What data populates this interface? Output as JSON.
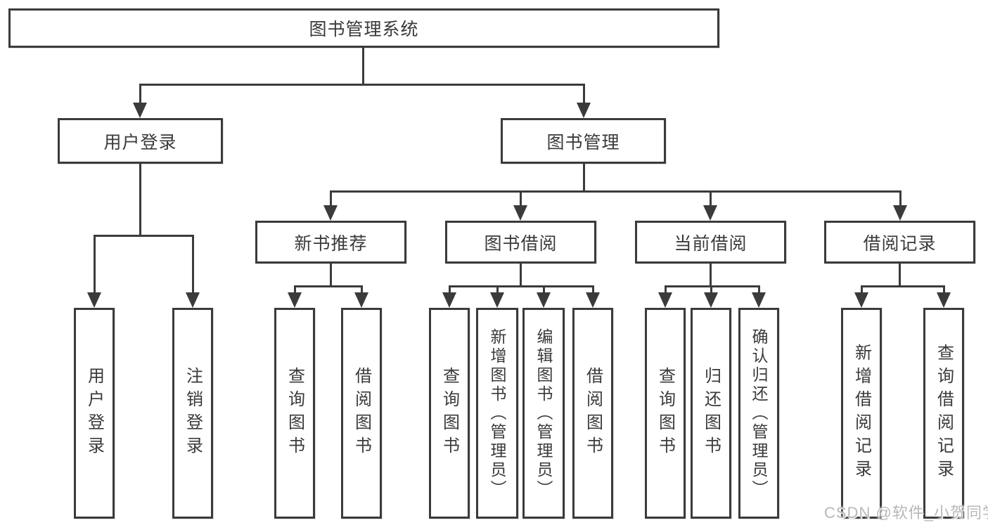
{
  "diagram": {
    "root": {
      "label": "图书管理系统"
    },
    "level2": [
      {
        "label": "用户登录"
      },
      {
        "label": "图书管理"
      }
    ],
    "level3": [
      {
        "label": "新书推荐",
        "parent": "图书管理"
      },
      {
        "label": "图书借阅",
        "parent": "图书管理"
      },
      {
        "label": "当前借阅",
        "parent": "图书管理"
      },
      {
        "label": "借阅记录",
        "parent": "图书管理"
      }
    ],
    "leaves": [
      {
        "label": "用户登录",
        "parent": "用户登录"
      },
      {
        "label": "注销登录",
        "parent": "用户登录"
      },
      {
        "label": "查询图书",
        "parent": "新书推荐"
      },
      {
        "label": "借阅图书",
        "parent": "新书推荐"
      },
      {
        "label": "查询图书",
        "parent": "图书借阅"
      },
      {
        "label": "新增图书（管理员）",
        "parent": "图书借阅"
      },
      {
        "label": "编辑图书（管理员）",
        "parent": "图书借阅"
      },
      {
        "label": "借阅图书",
        "parent": "图书借阅"
      },
      {
        "label": "查询图书",
        "parent": "当前借阅"
      },
      {
        "label": "归还图书",
        "parent": "当前借阅"
      },
      {
        "label": "确认归还（管理员）",
        "parent": "当前借阅"
      },
      {
        "label": "新增借阅记录",
        "parent": "借阅记录"
      },
      {
        "label": "查询借阅记录",
        "parent": "借阅记录"
      }
    ]
  },
  "watermark": {
    "text": "CSDN @软件_小贺同学"
  },
  "colors": {
    "line": "#3b3b3b",
    "text": "#3a3a3a",
    "background": "#ffffff",
    "watermark": "#b8b8b8"
  }
}
